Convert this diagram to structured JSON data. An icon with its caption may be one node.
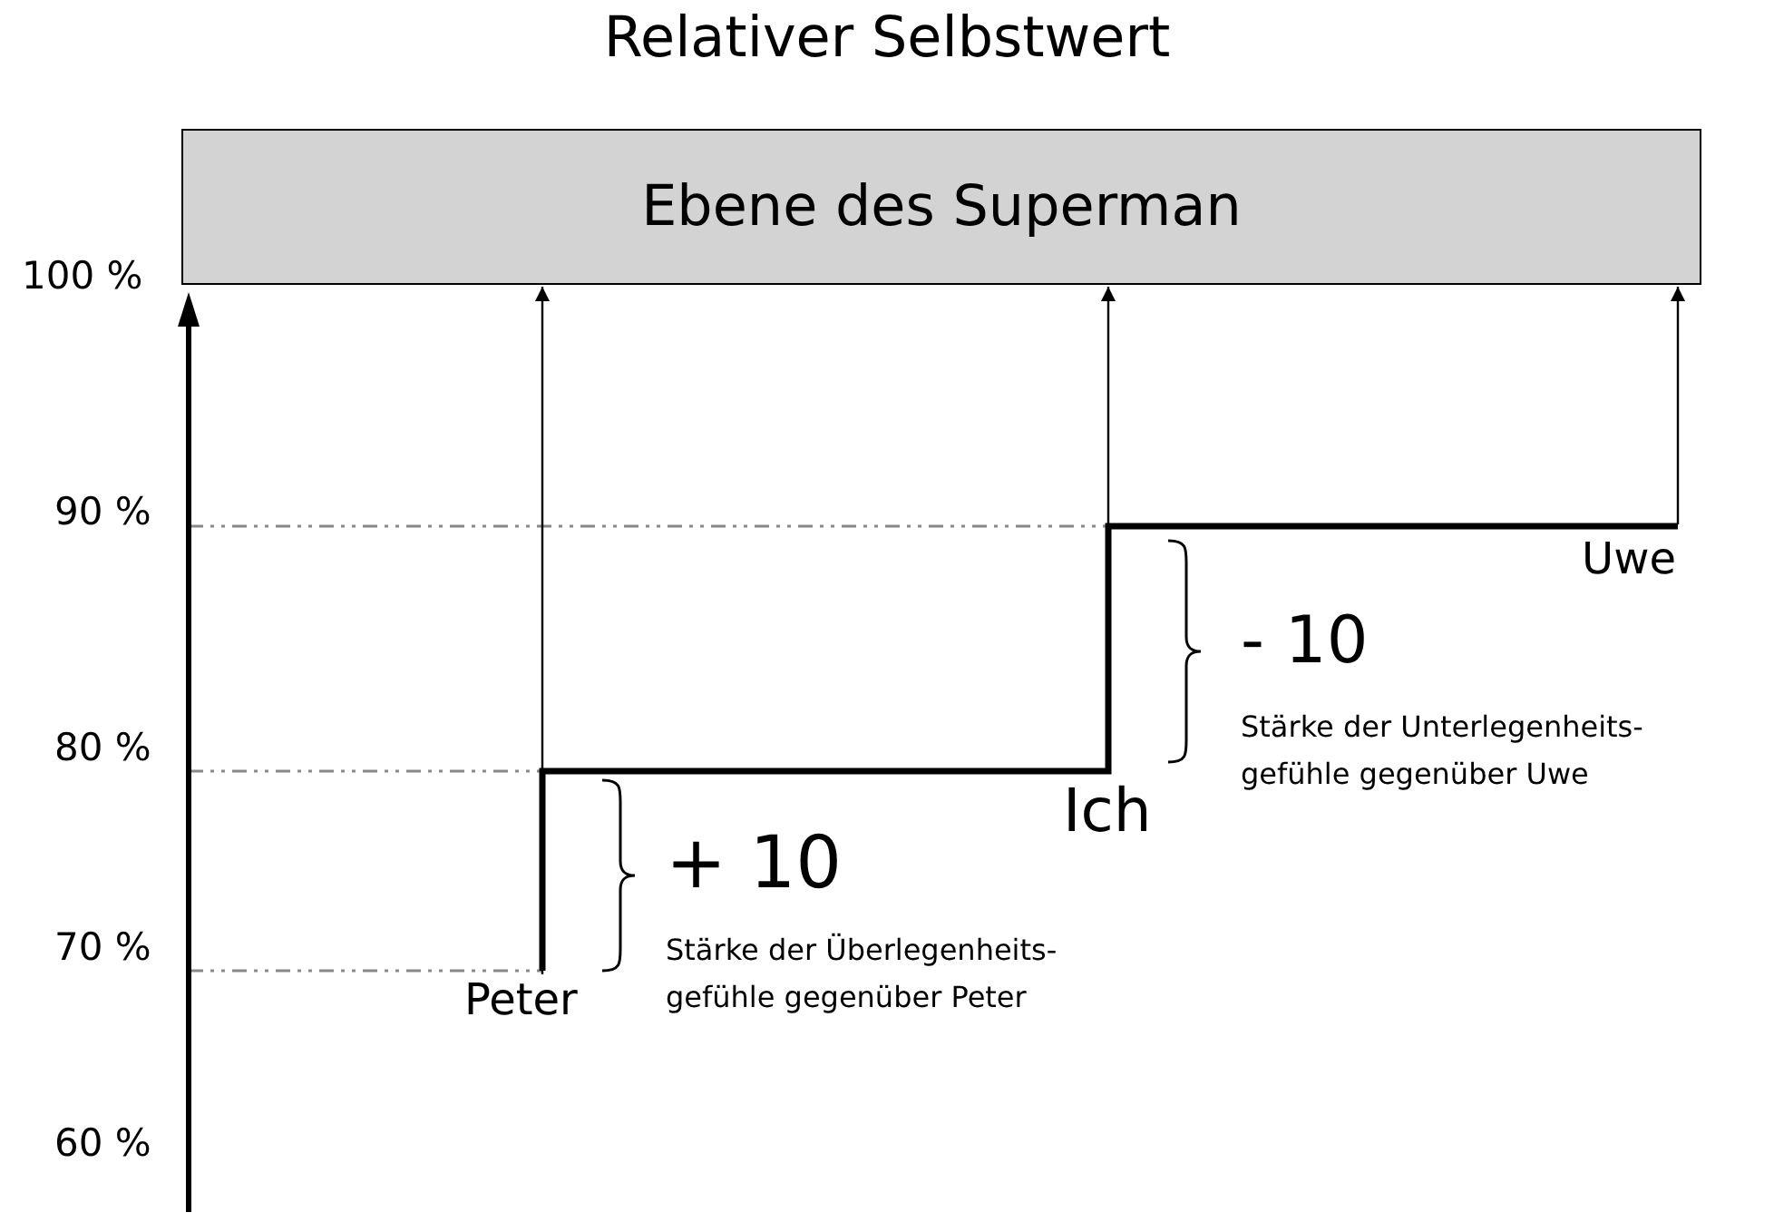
{
  "diagram": {
    "title": "Relativer Selbstwert",
    "nodes": [
      {
        "text": [
          "Ebene des Superman"
        ]
      },
      {
        "text": [
          "Peter"
        ]
      }
    ],
    "edges": [
      {
        "from": 1,
        "to": 0,
        "arrow": "to"
      },
      {
        "from": null,
        "to": 0,
        "arrow": "to"
      },
      {
        "from": null,
        "to": 0,
        "arrow": "to"
      }
    ],
    "labels": [
      "100 %",
      "90 %",
      "Uwe",
      "- 10",
      "80 %",
      "Stärke der Unterlegenheits- gefühle gegenüber Uwe",
      "Ich",
      "+ 10",
      "70 %",
      "Stärke der Überlegenheits- gefühle gegenüber Peter",
      "60 %"
    ]
  }
}
